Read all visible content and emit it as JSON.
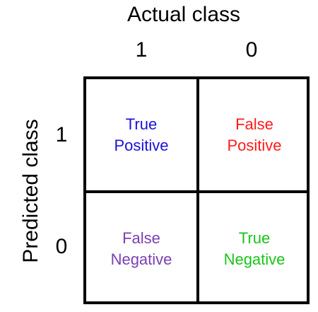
{
  "diagram": {
    "actual_axis_label": "Actual class",
    "predicted_axis_label": "Predicted class",
    "columns": [
      "1",
      "0"
    ],
    "rows": [
      "1",
      "0"
    ],
    "cells": {
      "tp": {
        "line1": "True",
        "line2": "Positive",
        "color": "#1a12d8"
      },
      "fp": {
        "line1": "False",
        "line2": "Positive",
        "color": "#ff1a1a"
      },
      "fn": {
        "line1": "False",
        "line2": "Negative",
        "color": "#7b3fb4"
      },
      "tn": {
        "line1": "True",
        "line2": "Negative",
        "color": "#19c419"
      }
    }
  }
}
